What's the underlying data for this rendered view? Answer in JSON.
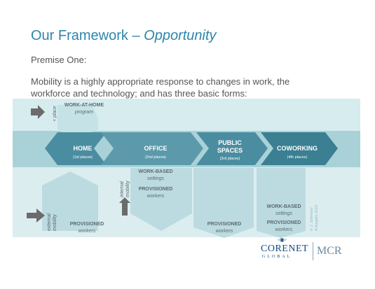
{
  "slide": {
    "title_main": "Our Framework – ",
    "title_emphasis": "Opportunity",
    "premise": "Premise One:",
    "body_line1": "Mobility is a highly appropriate response to changes in work, the",
    "body_line2": "workforce and technology; and has three basic forms:"
  },
  "diagram": {
    "plus_place": "+ place",
    "work_at_home": "WORK-AT-HOME",
    "program": "program",
    "nodes": [
      {
        "label": "HOME",
        "sub": "|1st places|"
      },
      {
        "label": "OFFICE",
        "sub": "|2nd places|"
      },
      {
        "label_line1": "PUBLIC",
        "label_line2": "SPACES",
        "sub": "|3rd places|"
      },
      {
        "label": "COWORKING",
        "sub": "|4th places|"
      }
    ],
    "internal_mobility_1": "internal",
    "internal_mobility_2": "mobility",
    "external_mobility_1": "external",
    "external_mobility_2": "mobility",
    "work_based_1": "WORK-BASED",
    "settings_1": "settings",
    "provisioned_1": "PROVISIONED",
    "workers_1": "workers",
    "provisioned_home": "PROVISIONED",
    "workers_home": "workers",
    "provisioned_public": "PROVISIONED",
    "workers_public": "workers",
    "work_based_2": "WORK-BASED",
    "settings_2": "settings",
    "provisioned_2": "PROVISIONED",
    "workers_2": "workers",
    "credit_line1": "© J. Johnson/",
    "credit_line2": "A Kaupke 2012"
  },
  "logo": {
    "core": "CORENET",
    "global": "GLOBAL",
    "mcr": "MCR"
  },
  "colors": {
    "title": "#2e86ab",
    "band_light": "#d6ecee",
    "band_mid": "#a9d2d8",
    "band_dark": "#8cc1cc",
    "arrow": "#4b8da0",
    "node_dark": "#3b7f93",
    "gray_arrow": "#6b6b6b"
  }
}
